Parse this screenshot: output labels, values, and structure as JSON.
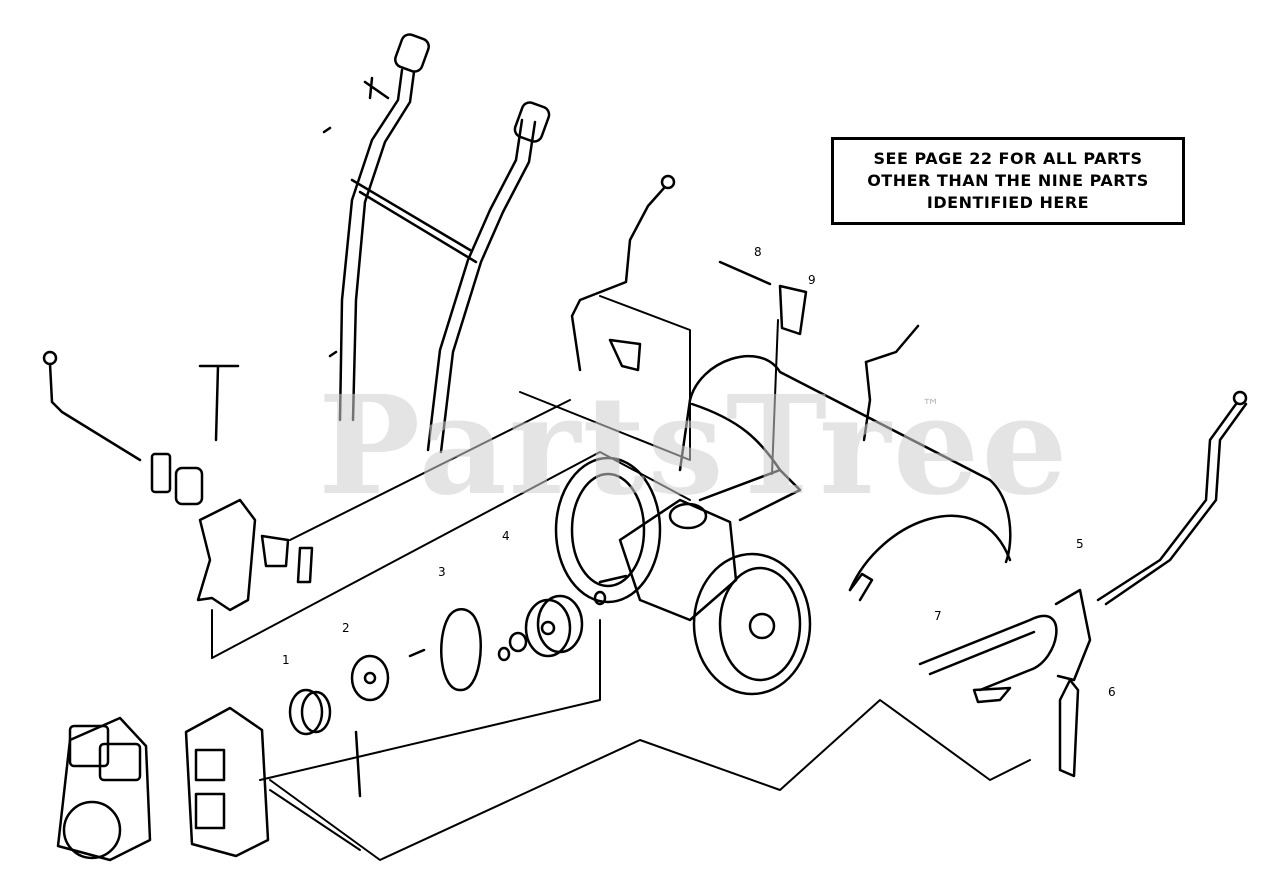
{
  "note": {
    "line1": "SEE PAGE 22 FOR ALL PARTS",
    "line2": "OTHER THAN THE NINE PARTS",
    "line3": "IDENTIFIED HERE"
  },
  "watermark": {
    "text": "PartsTree",
    "tm": "™"
  },
  "callouts": [
    "1",
    "2",
    "3",
    "4",
    "5",
    "6",
    "7",
    "8",
    "9"
  ],
  "colors": {
    "ink": "#000000",
    "paper": "#ffffff",
    "watermark": "#cfcfcf"
  }
}
